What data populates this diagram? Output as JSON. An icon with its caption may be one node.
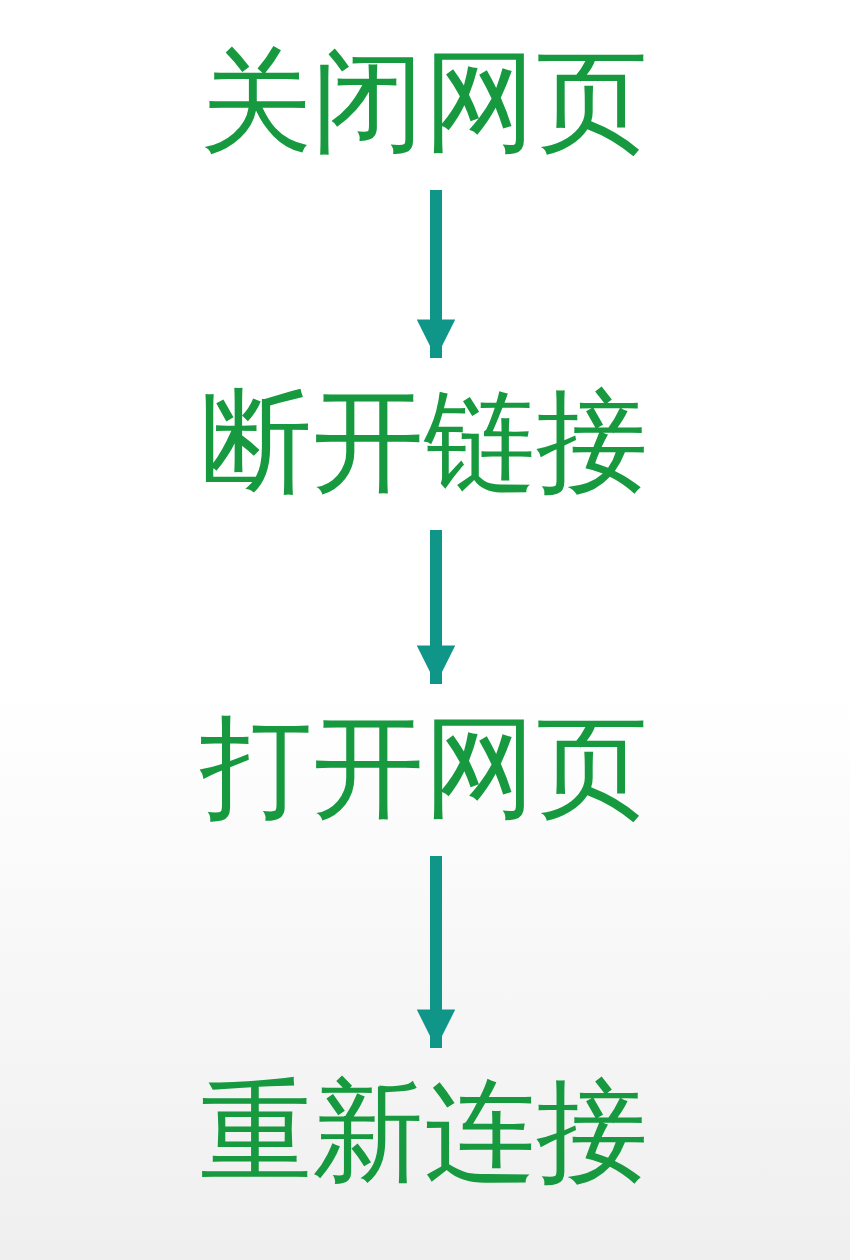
{
  "diagram": {
    "nodes": [
      {
        "text": [
          "关闭网页"
        ]
      },
      {
        "text": [
          "断开链接"
        ]
      },
      {
        "text": [
          "打开网页"
        ]
      },
      {
        "text": [
          "重新连接"
        ]
      }
    ],
    "edges": [
      {
        "from": 0,
        "to": 1,
        "arrow": "to"
      },
      {
        "from": 1,
        "to": 2,
        "arrow": "to"
      },
      {
        "from": 2,
        "to": 3,
        "arrow": "to"
      }
    ]
  }
}
